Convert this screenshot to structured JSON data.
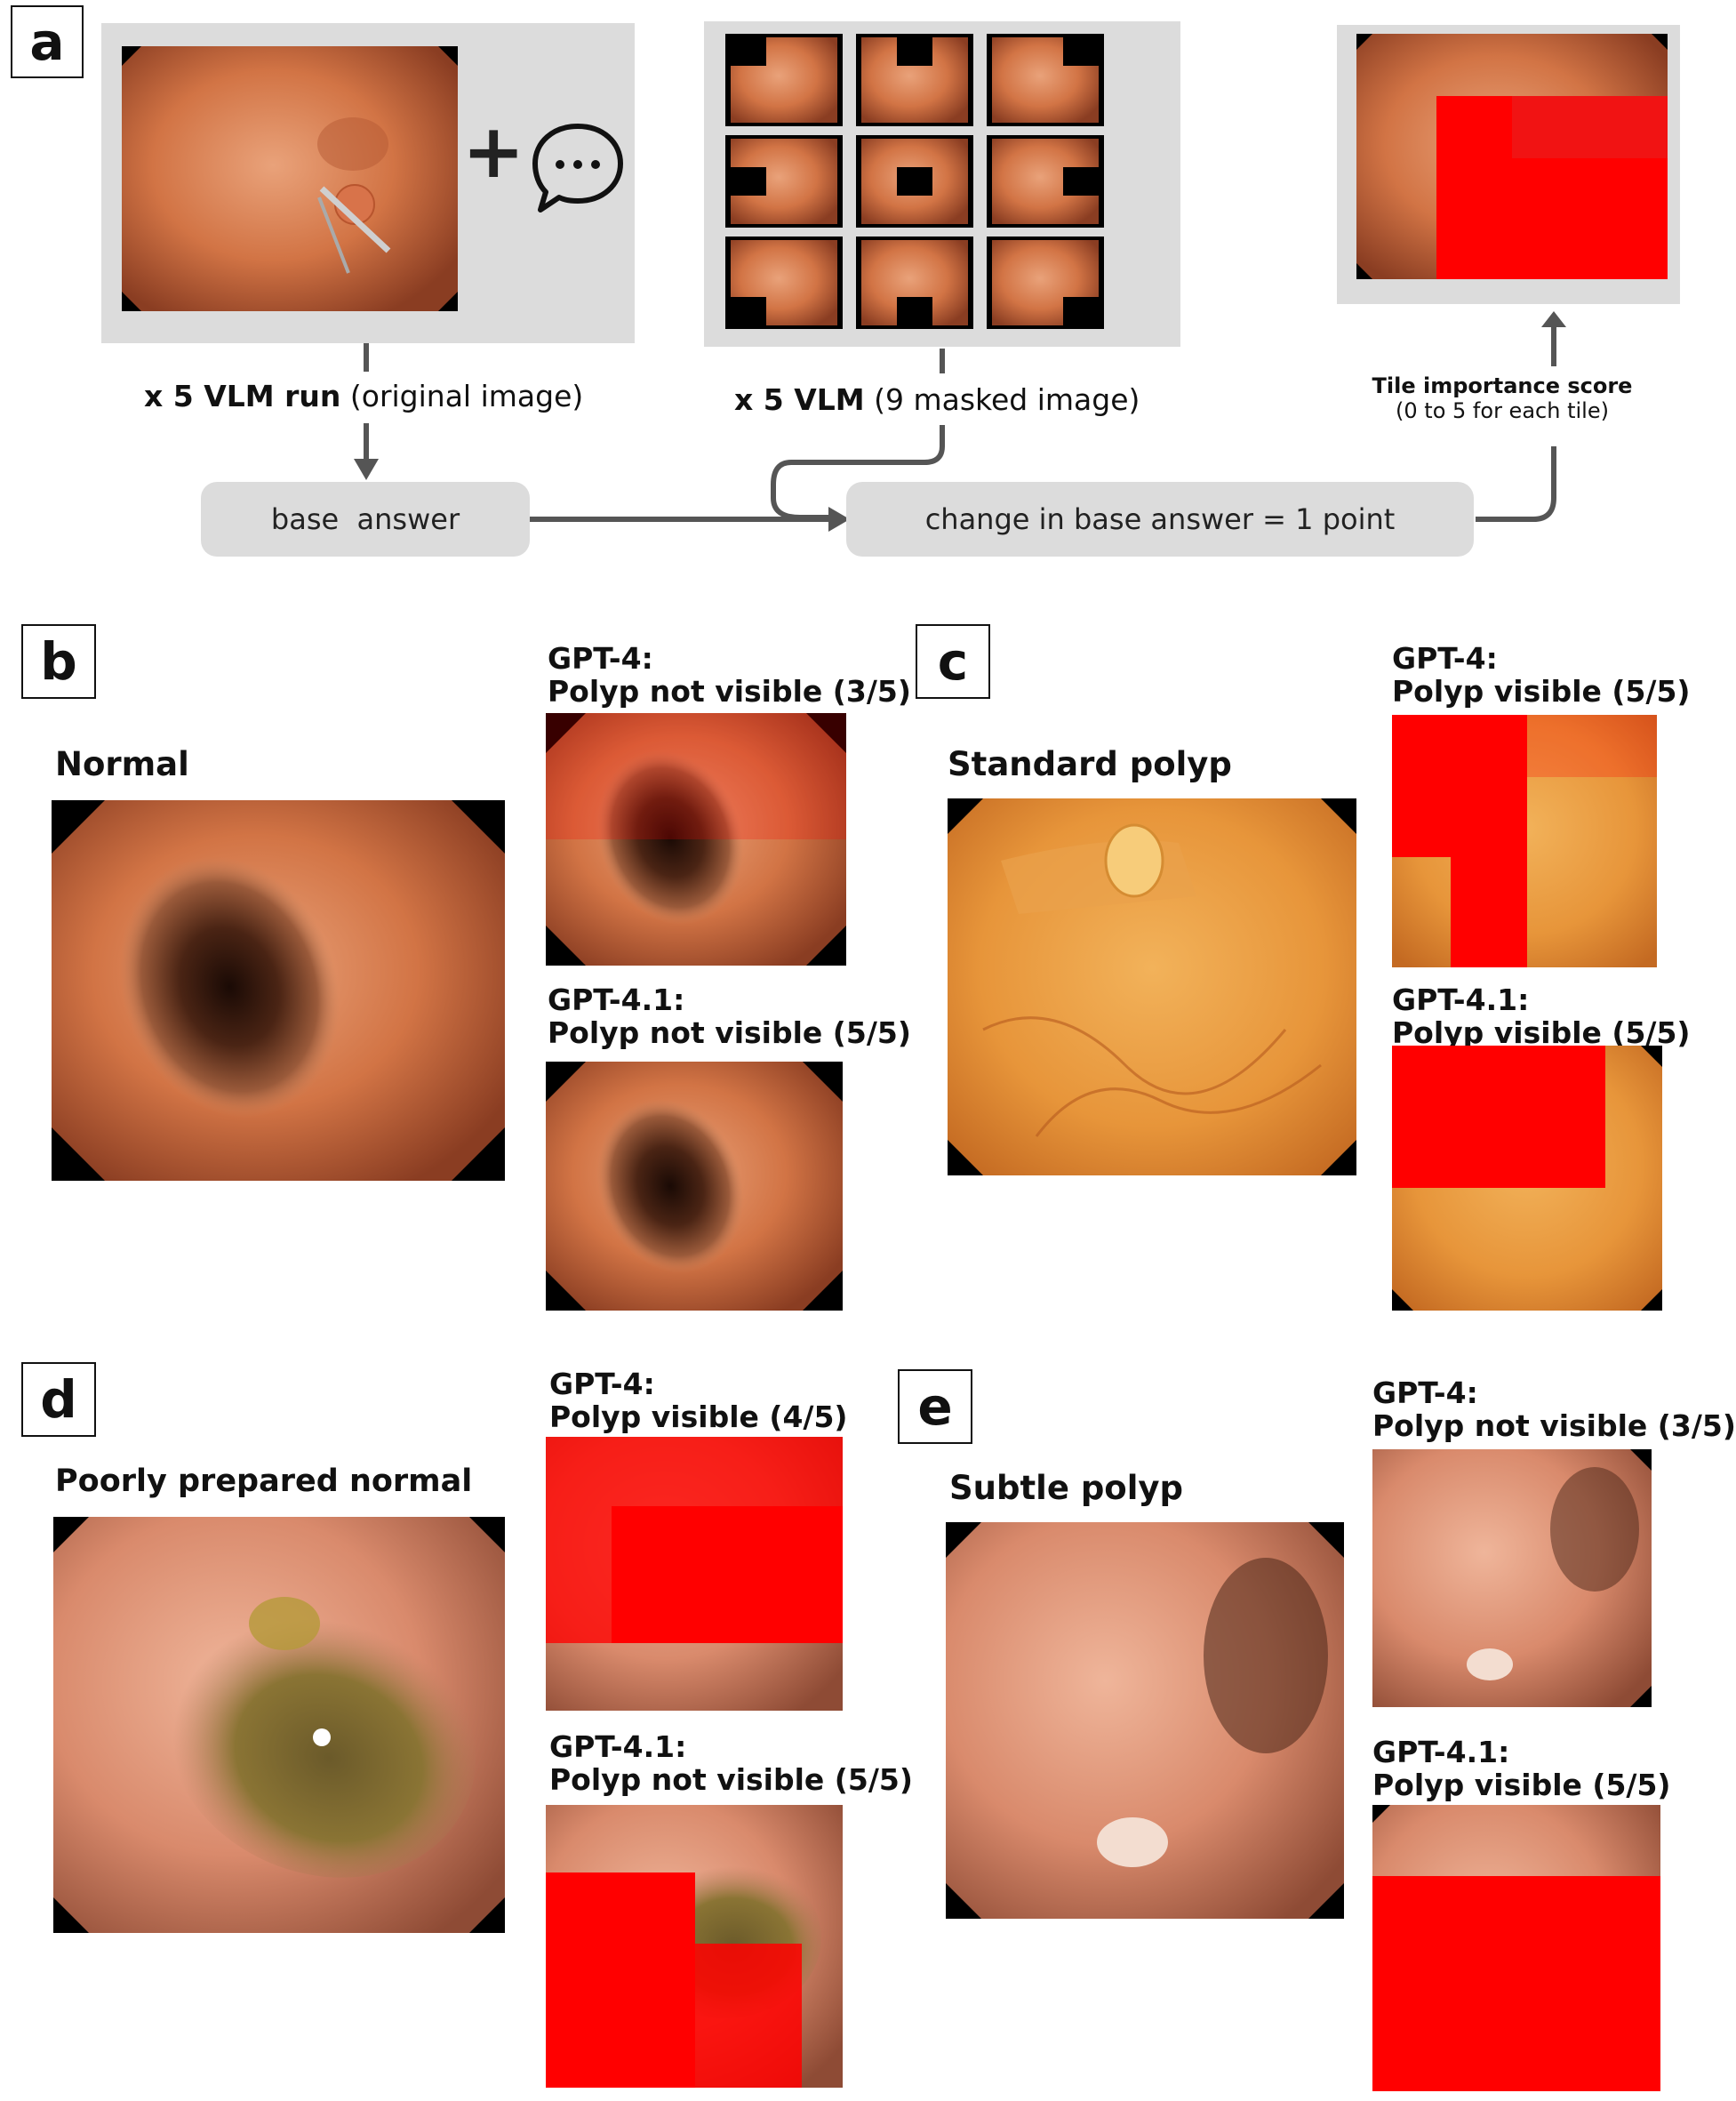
{
  "panels": {
    "a": {
      "letter": "a",
      "left_caption_bold": "x 5 VLM run",
      "left_caption_rest": " (original image)",
      "middle_caption_bold": "x 5 VLM",
      "middle_caption_rest": " (9 masked image)",
      "right_caption_line1": "Tile importance score",
      "right_caption_line2": "(0 to 5 for each tile)",
      "base_answer": "base  answer",
      "change_rule": "change in base answer = 1 point",
      "plus_symbol": "+",
      "chat_dots": "···"
    },
    "b": {
      "letter": "b",
      "title": "Normal",
      "gpt4_label": "GPT-4:",
      "gpt4_result": "Polyp not visible (3/5)",
      "gpt41_label": "GPT-4.1:",
      "gpt41_result": "Polyp not visible (5/5)"
    },
    "c": {
      "letter": "c",
      "title": "Standard polyp",
      "gpt4_label": "GPT-4:",
      "gpt4_result": "Polyp visible (5/5)",
      "gpt41_label": "GPT-4.1:",
      "gpt41_result": "Polyp visible (5/5)"
    },
    "d": {
      "letter": "d",
      "title": "Poorly prepared normal",
      "gpt4_label": "GPT-4:",
      "gpt4_result": "Polyp visible (4/5)",
      "gpt41_label": "GPT-4.1:",
      "gpt41_result": "Polyp not visible (5/5)"
    },
    "e": {
      "letter": "e",
      "title": "Subtle polyp",
      "gpt4_label": "GPT-4:",
      "gpt4_result": "Polyp not visible (3/5)",
      "gpt41_label": "GPT-4.1:",
      "gpt41_result": "Polyp visible (5/5)"
    }
  },
  "colors": {
    "mask_red": "#ff0000",
    "box_gray": "#dcdcdc",
    "arrow_gray": "#555555",
    "tissue_orange": "#d9784a",
    "tissue_dark": "#3a1c10"
  }
}
